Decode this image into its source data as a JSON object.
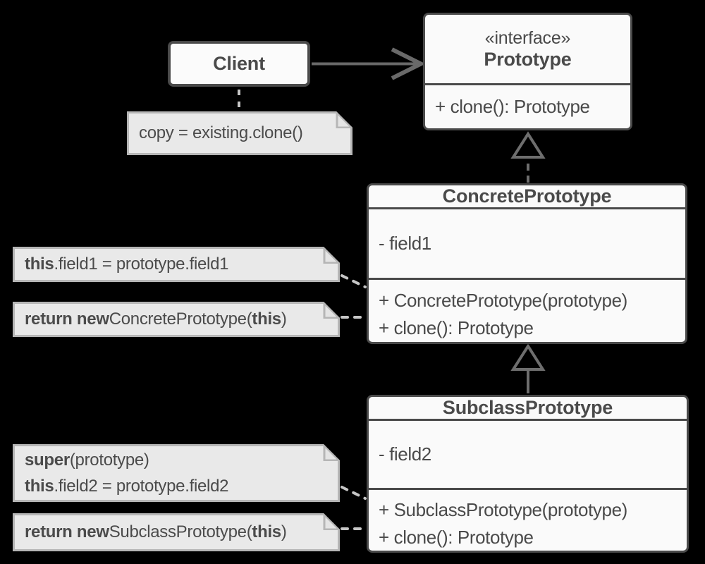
{
  "colors": {
    "background": "#000000",
    "class_fill": "#fafafa",
    "class_border": "#4a4a4a",
    "text": "#4a4a4a",
    "note_fill": "#e9e9e9",
    "note_border": "#b6b6b6",
    "arrow": "#696969",
    "inheritance_arrow": "#6e6e6e",
    "note_link": "#c6c6c6"
  },
  "classes": {
    "client": {
      "name": "Client"
    },
    "prototype": {
      "stereotype": "«interface»",
      "name": "Prototype",
      "methods": [
        "+ clone(): Prototype"
      ]
    },
    "concrete": {
      "name": "ConcretePrototype",
      "fields": [
        "- field1"
      ],
      "methods": [
        "+ ConcretePrototype(prototype)",
        "+ clone(): Prototype"
      ]
    },
    "subclass": {
      "name": "SubclassPrototype",
      "fields": [
        "- field2"
      ],
      "methods": [
        "+ SubclassPrototype(prototype)",
        "+ clone(): Prototype"
      ]
    }
  },
  "notes": {
    "copy": {
      "text": "copy = existing.clone()"
    },
    "field1": {
      "kw": "this",
      "rest": ".field1 = prototype.field1"
    },
    "return_concrete": {
      "kw1": "return new",
      "mid": " ConcretePrototype(",
      "kw2": "this",
      "end": ")"
    },
    "super_field2": {
      "line1_kw": "super",
      "line1_rest": "(prototype)",
      "line2_kw": "this",
      "line2_rest": ".field2 = prototype.field2"
    },
    "return_subclass": {
      "kw1": "return new",
      "mid": " SubclassPrototype(",
      "kw2": "this",
      "end": ")"
    }
  }
}
